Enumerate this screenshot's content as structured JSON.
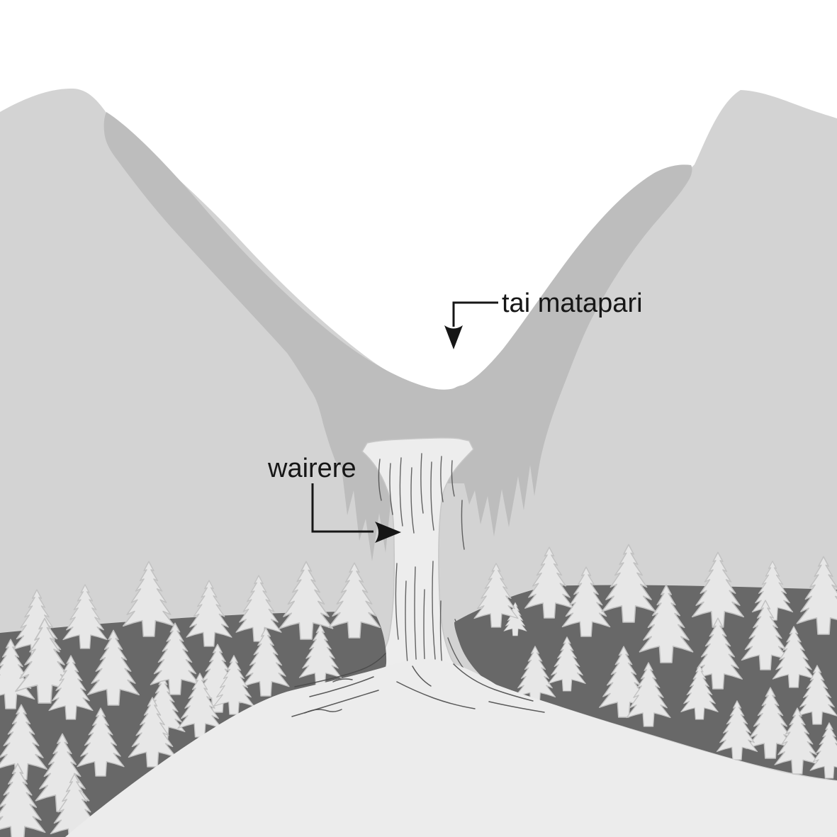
{
  "labels": {
    "valley": {
      "text": "tai matapari"
    },
    "waterfall": {
      "text": "wairere"
    }
  },
  "colors": {
    "sky": "#ffffff",
    "mountain_outer": "#d3d3d3",
    "valley_wall": "#bdbdbd",
    "waterfall": "#ededed",
    "waterfall_outline": "#c6c6c6",
    "forest": "#686868",
    "tree_fill": "#e7e7e7",
    "tree_outline": "#c2c2c2",
    "foreground": "#ececec",
    "water_line": "#4a4a4a",
    "ink": "#161616"
  },
  "scene": {
    "trees_left": [
      [
        52,
        930,
        100
      ],
      [
        120,
        915,
        92
      ],
      [
        210,
        898,
        108
      ],
      [
        295,
        912,
        95
      ],
      [
        365,
        905,
        95
      ],
      [
        432,
        902,
        112
      ],
      [
        500,
        900,
        108
      ],
      [
        15,
        1000,
        100
      ],
      [
        63,
        992,
        122
      ],
      [
        100,
        1015,
        92
      ],
      [
        160,
        995,
        108
      ],
      [
        230,
        1045,
        92
      ],
      [
        247,
        980,
        103
      ],
      [
        307,
        1005,
        98
      ],
      [
        375,
        982,
        98
      ],
      [
        452,
        968,
        88
      ],
      [
        30,
        1100,
        108
      ],
      [
        88,
        1145,
        112
      ],
      [
        142,
        1095,
        98
      ],
      [
        215,
        1082,
        100
      ],
      [
        282,
        1040,
        92
      ],
      [
        330,
        1008,
        85
      ],
      [
        25,
        1190,
        115
      ],
      [
        105,
        1190,
        100
      ]
    ],
    "trees_right": [
      [
        727,
        897,
        48
      ],
      [
        700,
        885,
        92
      ],
      [
        775,
        872,
        102
      ],
      [
        827,
        898,
        100
      ],
      [
        887,
        878,
        112
      ],
      [
        1013,
        885,
        108
      ],
      [
        1090,
        875,
        85
      ],
      [
        1162,
        895,
        112
      ],
      [
        755,
        995,
        85
      ],
      [
        800,
        975,
        78
      ],
      [
        880,
        1012,
        102
      ],
      [
        940,
        935,
        112
      ],
      [
        1013,
        972,
        102
      ],
      [
        1080,
        945,
        100
      ],
      [
        1120,
        970,
        88
      ],
      [
        1153,
        1022,
        85
      ],
      [
        915,
        1025,
        92
      ],
      [
        987,
        1015,
        78
      ],
      [
        1087,
        1070,
        102
      ],
      [
        1040,
        1072,
        85
      ],
      [
        1125,
        1092,
        95
      ],
      [
        1170,
        1098,
        80
      ]
    ]
  }
}
